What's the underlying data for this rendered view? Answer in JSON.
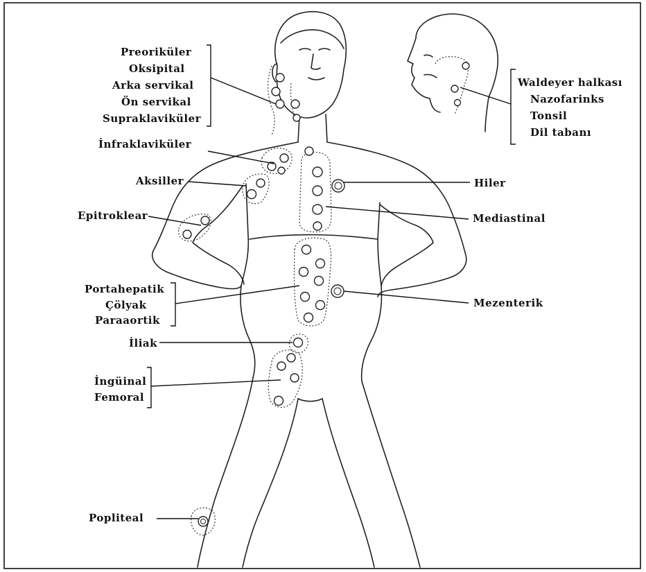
{
  "labels": {
    "neck_group": [
      "Preoriküler",
      "Oksipital",
      "Arka servikal",
      "Ön servikal",
      "Supraklaviküler"
    ],
    "waldeyer_group": [
      "Waldeyer halkası",
      "Nazofarinks",
      "Tonsil",
      "Dil tabanı"
    ],
    "infraclavicular": "İnfraklaviküler",
    "axillary": "Aksiller",
    "hilar": "Hiler",
    "epitrochlear": "Epitroklear",
    "mediastinal": "Mediastinal",
    "abdominal_group": [
      "Portahepatik",
      "Çölyak",
      "Paraaortik"
    ],
    "mesenteric": "Mezenterik",
    "iliac": "İliak",
    "inguinal_group": [
      "İngüinal",
      "Femoral"
    ],
    "popliteal": "Popliteal"
  }
}
